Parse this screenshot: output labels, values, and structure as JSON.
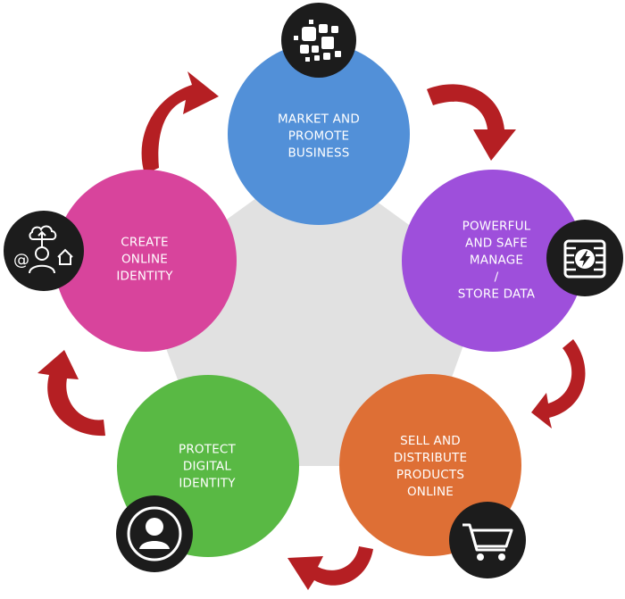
{
  "colors": {
    "hub": "#e1e1e1",
    "arrow": "#b51f23",
    "arrow_dark": "#7e1216",
    "icon_badge": "#1c1c1c",
    "icon_stroke": "#ffffff"
  },
  "nodes": [
    {
      "id": "market",
      "label": "MARKET AND\nPROMOTE\nBUSINESS",
      "color": "#5290d8",
      "icon": "qr-code-icon"
    },
    {
      "id": "data",
      "label": "POWERFUL\nAND SAFE\nMANAGE\n/\nSTORE DATA",
      "color": "#9e4fdb",
      "icon": "server-lightning-icon"
    },
    {
      "id": "sell",
      "label": "SELL AND\nDISTRIBUTE\nPRODUCTS\nONLINE",
      "color": "#de6f35",
      "icon": "shopping-cart-icon"
    },
    {
      "id": "protect",
      "label": "PROTECT\nDIGITAL\nIDENTITY",
      "color": "#59b944",
      "icon": "user-profile-icon"
    },
    {
      "id": "identity",
      "label": "CREATE\nONLINE\nIDENTITY",
      "color": "#d8449c",
      "icon": "online-identity-icon"
    }
  ]
}
